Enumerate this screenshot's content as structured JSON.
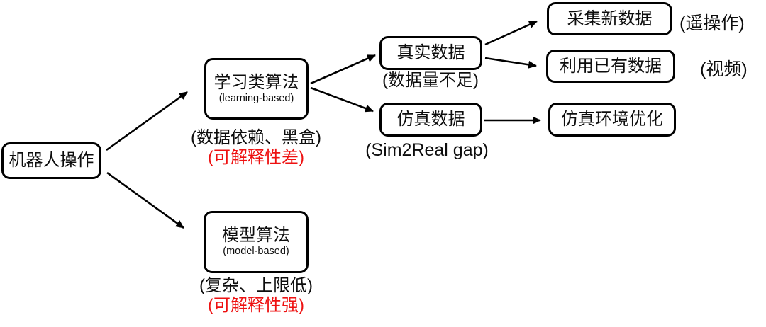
{
  "diagram": {
    "root": {
      "label": "机器人操作"
    },
    "level1": [
      {
        "label": "学习类算法",
        "sublabel": "(learning-based)",
        "note_plain": "(数据依赖、黑盒)",
        "note_emphasis": "(可解释性差)"
      },
      {
        "label": "模型算法",
        "sublabel": "(model-based)",
        "note_plain": "(复杂、上限低)",
        "note_emphasis": "(可解释性强)"
      }
    ],
    "level2": [
      {
        "label": "真实数据",
        "note": "(数据量不足)"
      },
      {
        "label": "仿真数据",
        "note": "(Sim2Real gap)"
      }
    ],
    "level3": [
      {
        "label": "采集新数据",
        "annotation": "(遥操作)"
      },
      {
        "label": "利用已有数据",
        "annotation": "(视频)"
      },
      {
        "label": "仿真环境优化"
      }
    ],
    "colors": {
      "stroke": "#000000",
      "emphasis_red": "#ee1111",
      "background": "#ffffff"
    }
  }
}
